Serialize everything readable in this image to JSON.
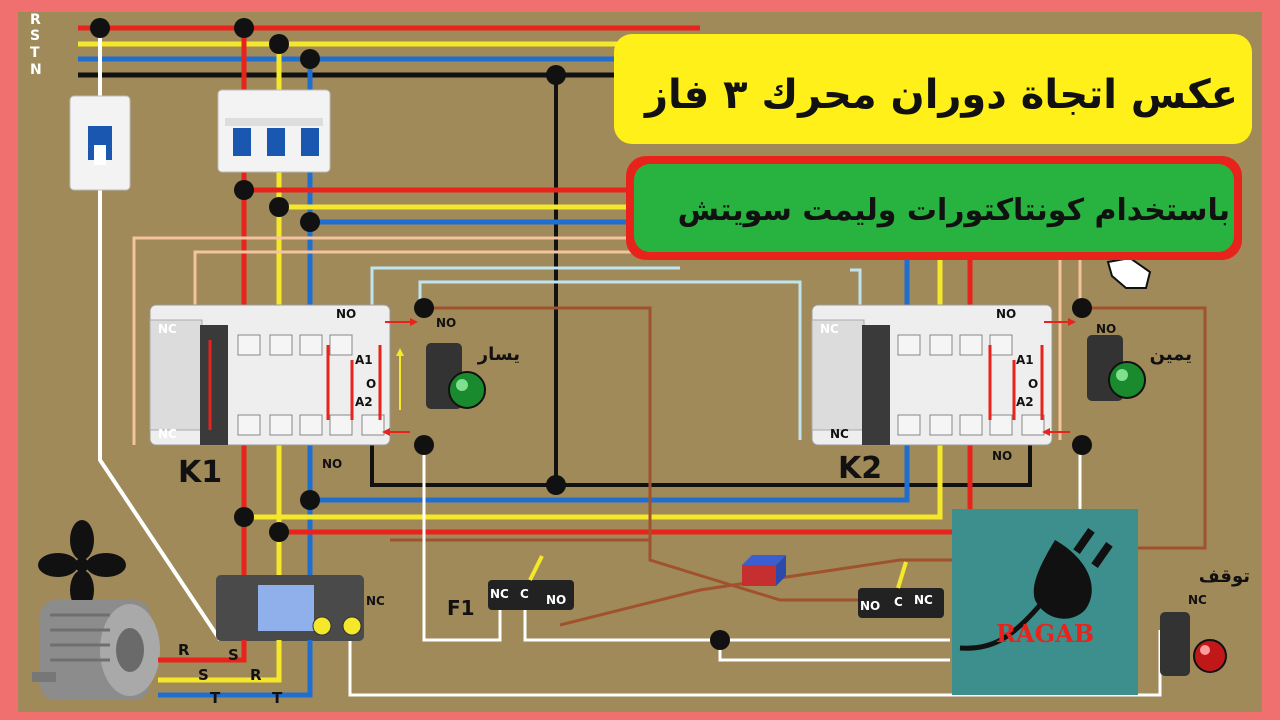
{
  "title": "عكس اتجاة دوران محرك ٣ فاز",
  "subtitle": "باستخدام كونتاكتورات وليمت سويتش",
  "phases": [
    "R",
    "S",
    "T",
    "N"
  ],
  "contactors": {
    "k1": {
      "name": "K1",
      "nc_top": "NC",
      "nc_bottom": "NC",
      "no_top": "NO",
      "no_bottom": "NO",
      "a1": "A1",
      "a2": "A2",
      "zero": "O"
    },
    "k2": {
      "name": "K2",
      "nc_top": "NC",
      "nc_bottom": "NC",
      "no_top": "NO",
      "no_bottom": "NO",
      "a1": "A1",
      "a2": "A2",
      "zero": "O"
    }
  },
  "buttons": {
    "left": {
      "no": "NO",
      "label": "يسار"
    },
    "right": {
      "no": "NO",
      "label": "يمين"
    },
    "stop": {
      "nc": "NC",
      "label": "توقف"
    }
  },
  "limit_switches": {
    "f1": {
      "name": "F1",
      "nc": "NC",
      "c": "C",
      "no": "NO"
    },
    "f2": {
      "no": "NO",
      "c": "C",
      "nc": "NC"
    }
  },
  "overload": {
    "nc": "NC"
  },
  "motor_terminals": [
    "R",
    "S",
    "S",
    "R",
    "T",
    "T"
  ],
  "logo": {
    "text": "RAGAB"
  },
  "colors": {
    "R": "#e8231c",
    "S": "#f5e82a",
    "T": "#1f6fd1",
    "N": "#111111",
    "board": "#a08a5a",
    "frame": "#f07070"
  }
}
